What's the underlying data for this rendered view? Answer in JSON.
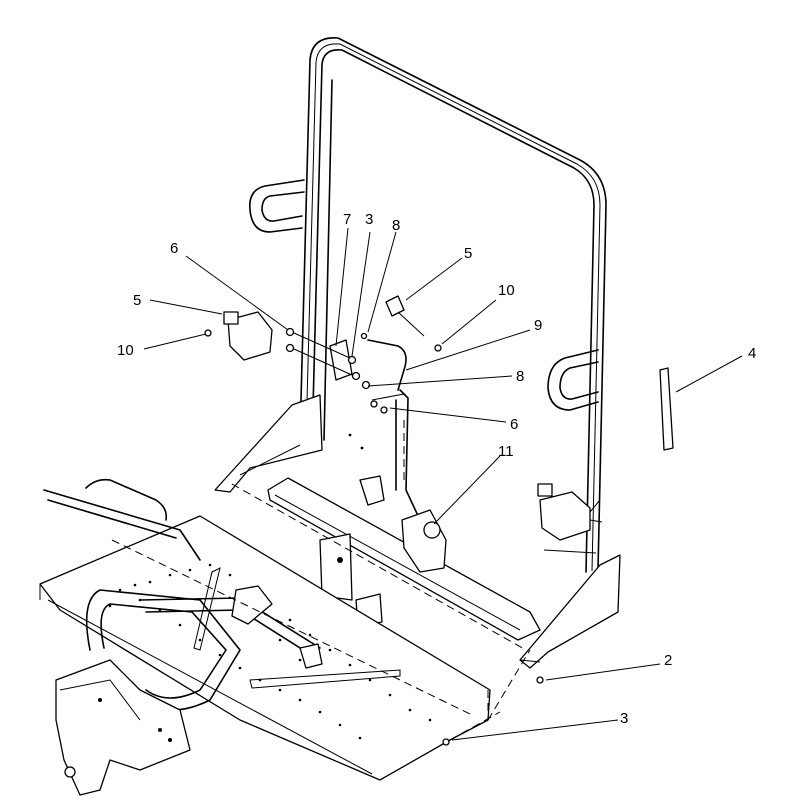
{
  "callouts": [
    {
      "id": "c6a",
      "text": "6"
    },
    {
      "id": "c5a",
      "text": "5"
    },
    {
      "id": "c10a",
      "text": "10"
    },
    {
      "id": "c7",
      "text": "7"
    },
    {
      "id": "c3a",
      "text": "3"
    },
    {
      "id": "c8a",
      "text": "8"
    },
    {
      "id": "c5b",
      "text": "5"
    },
    {
      "id": "c10b",
      "text": "10"
    },
    {
      "id": "c9",
      "text": "9"
    },
    {
      "id": "c8b",
      "text": "8"
    },
    {
      "id": "c6b",
      "text": "6"
    },
    {
      "id": "c4",
      "text": "4"
    },
    {
      "id": "c11",
      "text": "11"
    },
    {
      "id": "c2",
      "text": "2"
    },
    {
      "id": "c3b",
      "text": "3"
    }
  ]
}
